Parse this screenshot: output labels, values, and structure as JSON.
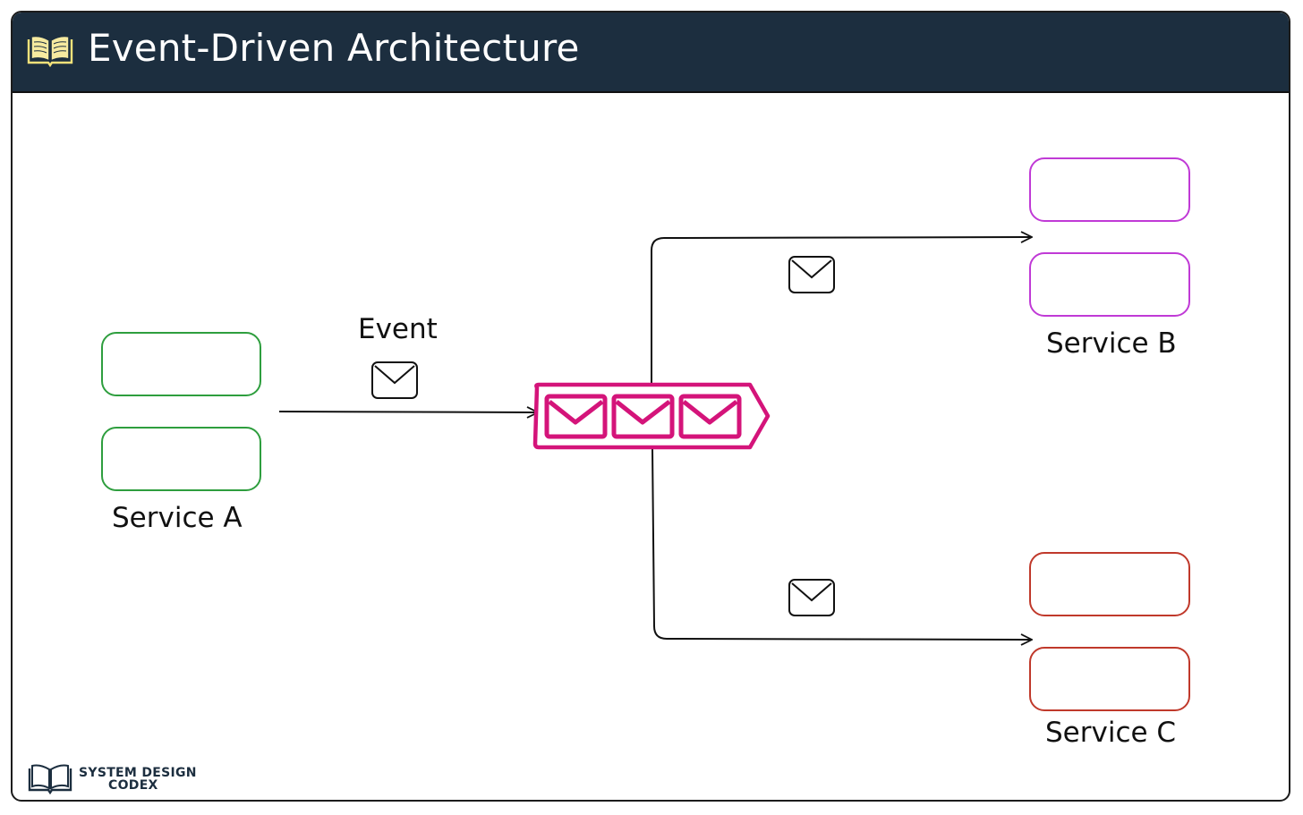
{
  "header": {
    "title": "Event-Driven Architecture"
  },
  "diagram": {
    "event_label": "Event",
    "services": [
      {
        "name": "Service A",
        "color": "#2e9e3e"
      },
      {
        "name": "Service B",
        "color": "#c03ad6"
      },
      {
        "name": "Service C",
        "color": "#c0392b"
      }
    ],
    "queue_color": "#d4147a"
  },
  "brand": {
    "line1": "SYSTEM DESIGN",
    "line2": "CODEX"
  }
}
